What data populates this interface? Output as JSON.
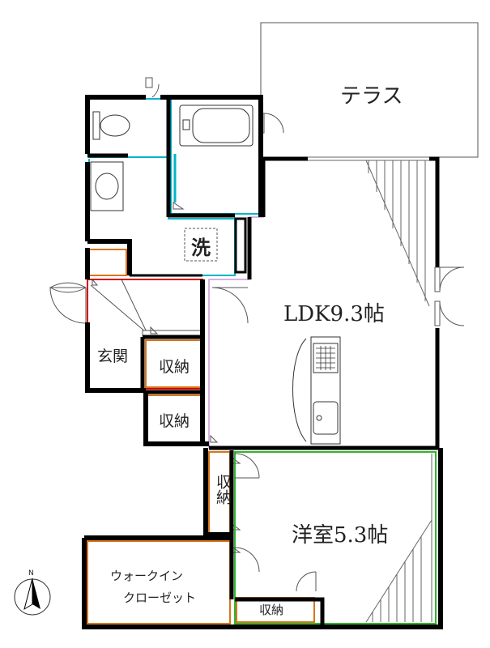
{
  "rooms": {
    "terrace": "テラス",
    "ldk": "LDK9.3帖",
    "washroom": "洗",
    "entrance": "玄関",
    "storage_1": "収納",
    "storage_2": "収納",
    "storage_3": "収納",
    "storage_4": "収納",
    "western_room": "洋室5.3帖",
    "walkin_line1": "ウォークイン",
    "walkin_line2": "クローゼット"
  },
  "compass": {
    "north": "N"
  },
  "colors": {
    "wall": "#000000",
    "toilet_bath": "#00b5c6",
    "entrance_outline": "#d40000",
    "storage_outline": "#d9751b",
    "ldk_outline": "#c99ad6",
    "western_outline": "#2fb52f"
  }
}
